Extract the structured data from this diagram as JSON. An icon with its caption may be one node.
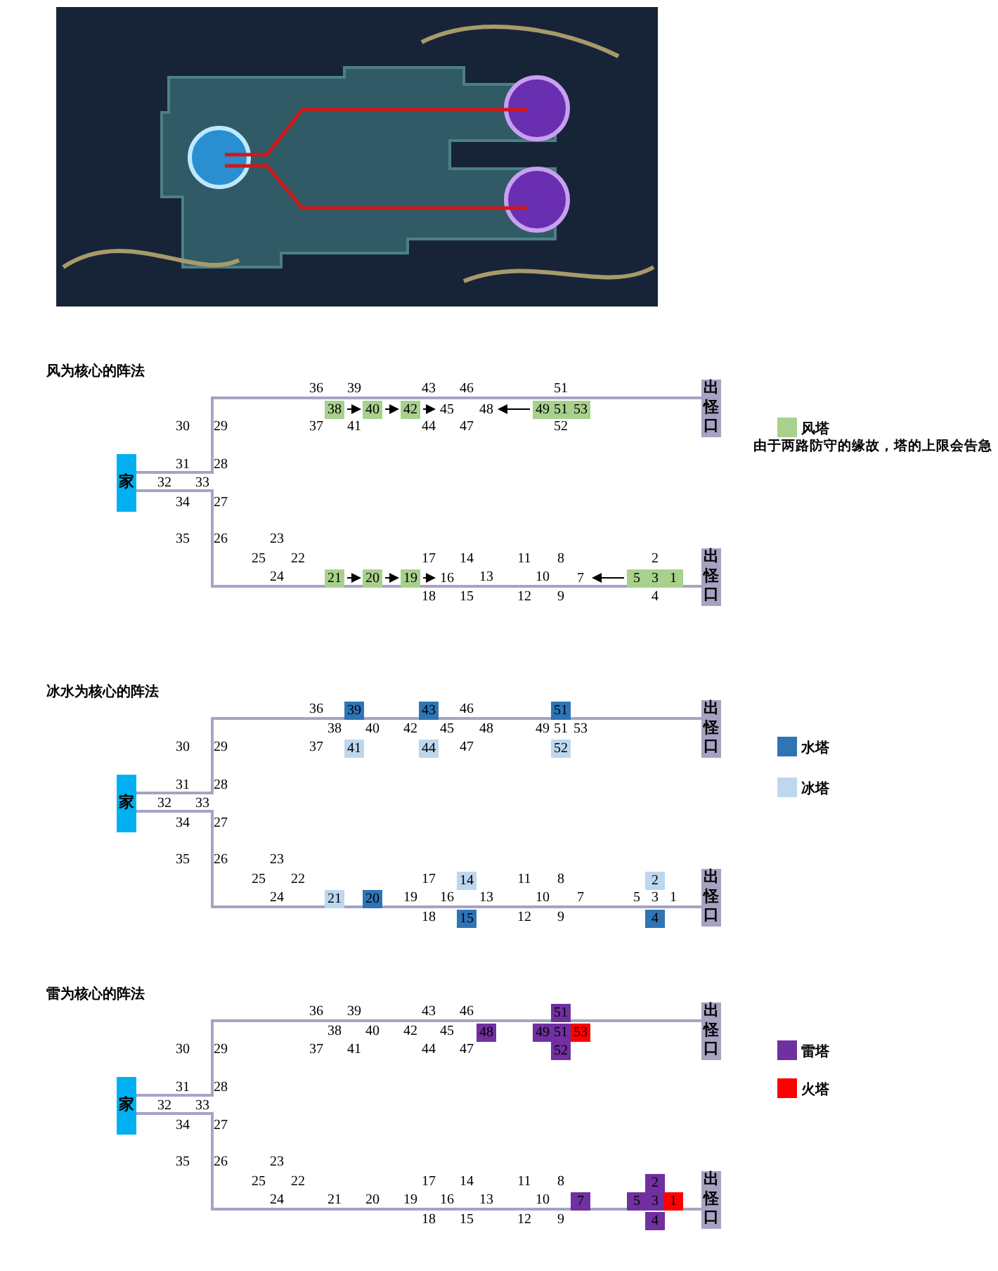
{
  "diagram": {
    "nodes": [
      {
        "text": [
          "家"
        ]
      },
      {
        "text": [
          "出怪口"
        ]
      },
      {
        "text": [
          "出怪口"
        ]
      },
      {
        "text": [
          "38"
        ]
      },
      {
        "text": [
          "40"
        ]
      },
      {
        "text": [
          "42"
        ]
      },
      {
        "text": [
          "45"
        ]
      },
      {
        "text": [
          "48"
        ]
      },
      {
        "text": [
          "49"
        ]
      },
      {
        "text": [
          "51"
        ]
      },
      {
        "text": [
          "53"
        ]
      },
      {
        "text": [
          "21"
        ]
      },
      {
        "text": [
          "20"
        ]
      },
      {
        "text": [
          "19"
        ]
      },
      {
        "text": [
          "16"
        ]
      },
      {
        "text": [
          "7"
        ]
      },
      {
        "text": [
          "5"
        ]
      },
      {
        "text": [
          "3"
        ]
      },
      {
        "text": [
          "1"
        ]
      },
      {
        "text": [
          "家"
        ]
      },
      {
        "text": [
          "出怪口"
        ]
      },
      {
        "text": [
          "出怪口"
        ]
      },
      {
        "text": [
          "39"
        ]
      },
      {
        "text": [
          "43"
        ]
      },
      {
        "text": [
          "51"
        ]
      },
      {
        "text": [
          "41"
        ]
      },
      {
        "text": [
          "44"
        ]
      },
      {
        "text": [
          "52"
        ]
      },
      {
        "text": [
          "14"
        ]
      },
      {
        "text": [
          "2"
        ]
      },
      {
        "text": [
          "21"
        ]
      },
      {
        "text": [
          "20"
        ]
      },
      {
        "text": [
          "15"
        ]
      },
      {
        "text": [
          "4"
        ]
      },
      {
        "text": [
          "家"
        ]
      },
      {
        "text": [
          "出怪口"
        ]
      },
      {
        "text": [
          "出怪口"
        ]
      },
      {
        "text": [
          "51"
        ]
      },
      {
        "text": [
          "48"
        ]
      },
      {
        "text": [
          "49"
        ]
      },
      {
        "text": [
          "51"
        ]
      },
      {
        "text": [
          "53"
        ]
      },
      {
        "text": [
          "52"
        ]
      },
      {
        "text": [
          "2"
        ]
      },
      {
        "text": [
          "7"
        ]
      },
      {
        "text": [
          "5"
        ]
      },
      {
        "text": [
          "3"
        ]
      },
      {
        "text": [
          "1"
        ]
      },
      {
        "text": [
          "4"
        ]
      }
    ],
    "edges": [
      {
        "from": 0,
        "to": 1,
        "arrow": "none",
        "color": "#a6a3c4"
      },
      {
        "from": 0,
        "to": 2,
        "arrow": "none",
        "color": "#a6a3c4"
      },
      {
        "from": 3,
        "to": 4,
        "arrow": "to"
      },
      {
        "from": 4,
        "to": 5,
        "arrow": "to"
      },
      {
        "from": 5,
        "to": 6,
        "arrow": "to"
      },
      {
        "from": 8,
        "to": 7,
        "arrow": "to"
      },
      {
        "from": 11,
        "to": 12,
        "arrow": "to"
      },
      {
        "from": 12,
        "to": 13,
        "arrow": "to"
      },
      {
        "from": 13,
        "to": 14,
        "arrow": "to"
      },
      {
        "from": 16,
        "to": 15,
        "arrow": "to"
      },
      {
        "from": 19,
        "to": 20,
        "arrow": "none",
        "color": "#a6a3c4"
      },
      {
        "from": 19,
        "to": 21,
        "arrow": "none",
        "color": "#a6a3c4"
      },
      {
        "from": 34,
        "to": 35,
        "arrow": "none",
        "color": "#a6a3c4"
      },
      {
        "from": 34,
        "to": 36,
        "arrow": "none",
        "color": "#a6a3c4"
      }
    ],
    "labels": [
      "风为核心的阵法",
      "36",
      "39",
      "43",
      "46",
      "51",
      "30",
      "29",
      "37",
      "41",
      "44",
      "47",
      "52",
      "31",
      "28",
      "32",
      "33",
      "34",
      "27",
      "35",
      "26",
      "23",
      "25",
      "22",
      "17",
      "14",
      "11",
      "8",
      "2",
      "24",
      "13",
      "10",
      "18",
      "15",
      "12",
      "9",
      "4",
      "由于两路防守的缘故，塔的上限会告急",
      "冰水为核心的阵法",
      "36",
      "46",
      "38",
      "40",
      "42",
      "45",
      "48",
      "49",
      "51",
      "53",
      "30",
      "29",
      "37",
      "47",
      "31",
      "28",
      "32",
      "33",
      "34",
      "27",
      "35",
      "26",
      "23",
      "25",
      "22",
      "17",
      "11",
      "8",
      "24",
      "19",
      "16",
      "13",
      "10",
      "7",
      "5",
      "3",
      "1",
      "18",
      "12",
      "9",
      "雷为核心的阵法",
      "36",
      "39",
      "43",
      "46",
      "38",
      "40",
      "42",
      "45",
      "30",
      "29",
      "37",
      "41",
      "44",
      "47",
      "31",
      "28",
      "32",
      "33",
      "34",
      "27",
      "35",
      "26",
      "23",
      "25",
      "22",
      "17",
      "14",
      "11",
      "8",
      "24",
      "21",
      "20",
      "19",
      "16",
      "13",
      "10",
      "18",
      "15",
      "12",
      "9"
    ],
    "legend": [
      {
        "text": "风塔",
        "color": "#a9d18e"
      },
      {
        "text": "水塔",
        "color": "#2e75b6"
      },
      {
        "text": "冰塔",
        "color": "#bdd7ee"
      },
      {
        "text": "雷塔",
        "color": "#7030a0"
      },
      {
        "text": "火塔",
        "color": "#ff0000"
      }
    ]
  }
}
